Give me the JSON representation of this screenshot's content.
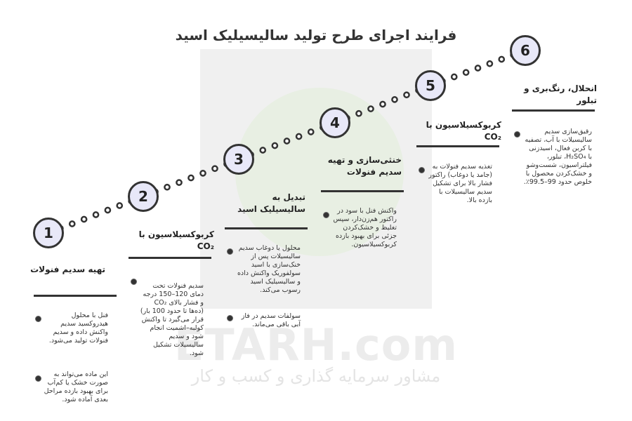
{
  "diagram": {
    "title": "فرایند اجرای طرح تولید سالیسیلیک اسید",
    "steps": [
      {
        "number": "1",
        "title": "تهیه سدیم فنولات",
        "bullets": [
          "فنل با محلول هیدروکسید سدیم واکنش داده و سدیم فنولات تولید می‌شود.",
          "این ماده می‌تواند به صورت خشک یا کم‌آب برای بهبود بازده مراحل بعدی آماده شود."
        ]
      },
      {
        "number": "2",
        "title": "کربوکسیلاسیون با CO₂",
        "bullets": [
          "سدیم فنولات تحت دمای 120–150 درجه و فشار بالای CO₂ (ده‌ها تا حدود 100 بار) قرار می‌گیرد تا واکنش کولبه–اشمیت انجام شود و سدیم سالیسیلات تشکیل شود."
        ]
      },
      {
        "number": "3",
        "title": "تبدیل به سالیسیلیک اسید",
        "bullets": [
          "محلول یا دوغاب سدیم سالیسیلات پس از خنک‌سازی با اسید سولفوریک واکنش داده و سالیسیلیک اسید رسوب می‌کند.",
          "سولفات سدیم در فاز آبی باقی می‌ماند."
        ]
      },
      {
        "number": "4",
        "title": "خنثی‌سازی و تهیه سدیم فنولات",
        "bullets": [
          "واکنش فنل با سود در راکتور هم‌زن‌دار، سپس تغلیظ و خشک‌کردن جزئی برای بهبود بازده کربوکسیلاسیون."
        ]
      },
      {
        "number": "5",
        "title": "کربوکسیلاسیون با CO₂",
        "bullets": [
          "تغذیه سدیم فنولات به (جامد یا دوغاب) راکتور فشار بالا برای تشکیل سدیم سالیسیلات با بازده بالا."
        ]
      },
      {
        "number": "6",
        "title": "انحلال، رنگ‌بری و تبلور",
        "bullets": [
          "رقیق‌سازی سدیم سالیسیلات با آب، تصفیه با کربن فعال، اسیدزنی با H₂SO₄، تبلور، فیلتراسیون، شست‌وشو و خشک‌کردن محصول با خلوص حدود 99–99.5٪."
        ]
      }
    ]
  },
  "watermark": {
    "logo": "ETARH.com",
    "tagline": "مشاور سرمایه گذاری و کسب و کار"
  },
  "colors": {
    "node_fill": "#e8e8f8",
    "node_stroke": "#333333",
    "path_dots": "#333333"
  }
}
